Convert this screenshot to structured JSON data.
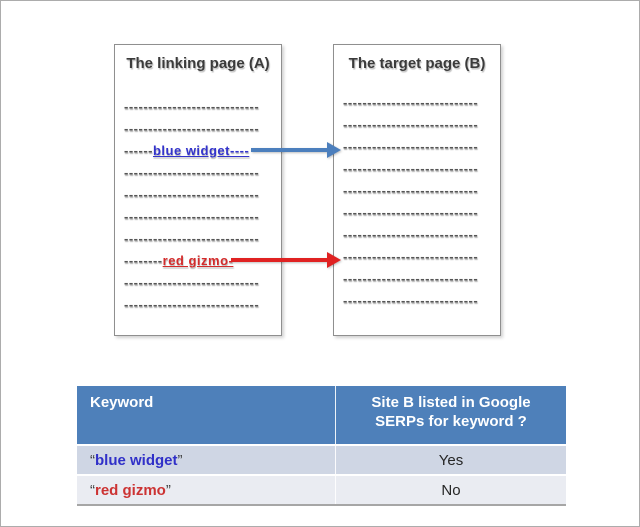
{
  "diagram": {
    "page_a": {
      "title": "The linking page (A)",
      "lines": [
        {
          "dashes": "----------------------------"
        },
        {
          "dashes": "----------------------------"
        },
        {
          "pre": "------",
          "label": "blue widget",
          "post": "----",
          "type": "blue"
        },
        {
          "dashes": "----------------------------"
        },
        {
          "dashes": "----------------------------"
        },
        {
          "dashes": "----------------------------"
        },
        {
          "dashes": "----------------------------"
        },
        {
          "pre": "--------",
          "label": "red gizmo",
          "post": "-",
          "type": "red"
        },
        {
          "dashes": "----------------------------"
        },
        {
          "dashes": "----------------------------"
        }
      ]
    },
    "page_b": {
      "title": "The target page (B)",
      "lines": [
        {
          "dashes": "----------------------------"
        },
        {
          "dashes": "----------------------------"
        },
        {
          "dashes": "----------------------------"
        },
        {
          "dashes": "----------------------------"
        },
        {
          "dashes": "----------------------------"
        },
        {
          "dashes": "----------------------------"
        },
        {
          "dashes": "----------------------------"
        },
        {
          "dashes": "----------------------------"
        },
        {
          "dashes": "----------------------------"
        },
        {
          "dashes": "----------------------------"
        }
      ]
    },
    "arrow_colors": {
      "blue": "#4C7FBD",
      "red": "#E02222"
    }
  },
  "table": {
    "columns": [
      "Keyword",
      "Site B listed in Google SERPs for keyword ?"
    ],
    "rows": [
      {
        "open_quote": "“",
        "keyword": "blue widget",
        "close_quote": "”",
        "keyword_color": "#3030C8",
        "answer": "Yes"
      },
      {
        "open_quote": "“",
        "keyword": "red gizmo",
        "close_quote": "”",
        "keyword_color": "#CC3333",
        "answer": "No"
      }
    ],
    "colors": {
      "header_bg": "#4E80BA",
      "header_text": "#FFFFFF",
      "row_odd_bg": "#CFD6E4",
      "row_even_bg": "#EAECF2",
      "bottom_border": "#A6A6A6"
    }
  }
}
